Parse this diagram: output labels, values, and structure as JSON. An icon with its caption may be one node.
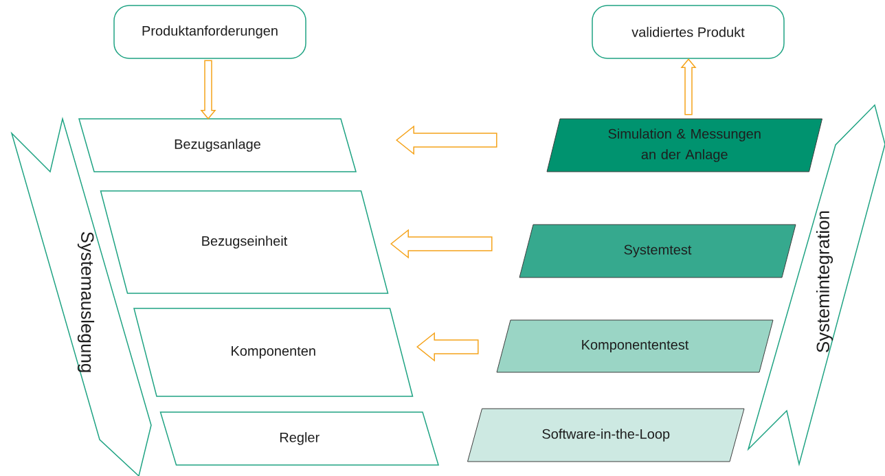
{
  "diagram": {
    "nodes": [
      {
        "text": [
          "Produktanforderungen"
        ]
      },
      {
        "text": [
          "validiertes Produkt"
        ]
      },
      {
        "text": [
          "Bezugsanlage"
        ]
      },
      {
        "text": [
          "Bezugseinheit"
        ]
      },
      {
        "text": [
          "Komponenten"
        ]
      },
      {
        "text": [
          "Regler"
        ]
      },
      {
        "text": [
          "Simulation & Messungen an der Anlage"
        ]
      },
      {
        "text": [
          "Systemtest"
        ]
      },
      {
        "text": [
          "Komponententest"
        ]
      },
      {
        "text": [
          "Software-in-the-Loop"
        ]
      },
      {
        "text": [
          "Systemauslegung"
        ]
      },
      {
        "text": [
          "Systemintegration"
        ]
      }
    ],
    "edges": [
      {
        "from": 0,
        "to": 2,
        "arrow": "to"
      },
      {
        "from": 6,
        "to": 1,
        "arrow": "to"
      },
      {
        "from": 6,
        "to": 2,
        "arrow": "to"
      },
      {
        "from": 7,
        "to": 3,
        "arrow": "to"
      },
      {
        "from": 8,
        "to": 4,
        "arrow": "to"
      }
    ]
  }
}
